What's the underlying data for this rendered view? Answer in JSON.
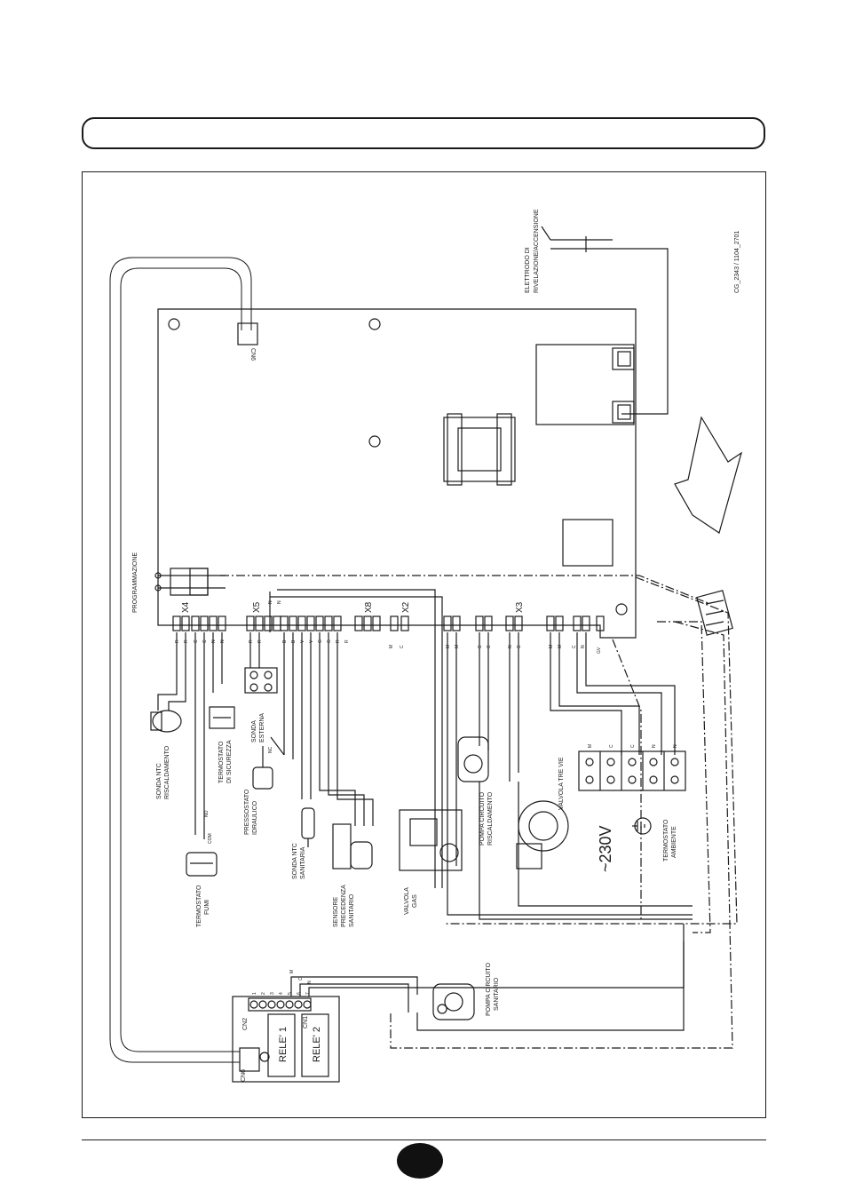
{
  "labels": {
    "programmazione": "PROGRAMMAZIONE",
    "cn6_top": "CN6",
    "cn6_bottom": "CN6",
    "cn2": "CN2",
    "cn1": "CN1",
    "x4": "X4",
    "x5": "X5",
    "x8": "X8",
    "x2": "X2",
    "x3": "X3",
    "elettrodo_1": "ELETTRODO DI",
    "elettrodo_2": "RIVELAZIONE/ACCENSIONE",
    "drawing_code": "CG_2343 / 1104_2701",
    "sonda_ntc_risc_1": "SONDA NTC",
    "sonda_ntc_risc_2": "RISCALDAMENTO",
    "termostato_sic_1": "TERMOSTATO",
    "termostato_sic_2": "DI SICUREZZA",
    "sonda_esterna_1": "SONDA",
    "sonda_esterna_2": "ESTERNA",
    "pressostato_1": "PRESSOSTATO",
    "pressostato_2": "IDRAULICO",
    "termostato_fumi_1": "TERMOSTATO",
    "termostato_fumi_2": "FUMI",
    "sonda_ntc_san_1": "SONDA NTC",
    "sonda_ntc_san_2": "SANITARIA",
    "sensore_1": "SENSORE",
    "sensore_2": "PRECEDENZA",
    "sensore_3": "SANITARIO",
    "valvola_gas_1": "VALVOLA",
    "valvola_gas_2": "GAS",
    "pompa_risc_1": "POMPA CIRCUITO",
    "pompa_risc_2": "RISCALDAMENTO",
    "valvola_tre_vie": "VALVOLA TRE VIE",
    "voltage": "~230V",
    "termostato_amb_1": "TERMOSTATO",
    "termostato_amb_2": "AMBIENTE",
    "pompa_san_1": "POMPA CIRCUITO",
    "pompa_san_2": "SANITARIO",
    "rele1": "RELE' 1",
    "rele2": "RELE' 2",
    "com": "COM",
    "no": "NO",
    "nc": "NC"
  },
  "pin_letters": {
    "x4": [
      "R",
      "R",
      "C",
      "C",
      "N",
      "N"
    ],
    "x5": [
      "R",
      "R",
      "N",
      "N"
    ],
    "san": [
      "B",
      "B",
      "V",
      "V",
      "G",
      "G",
      "R",
      "R"
    ],
    "x2": [
      "M",
      "C"
    ],
    "x3": [
      "M",
      "M",
      "C",
      "C",
      "N",
      "C",
      "M",
      "M",
      "C",
      "N",
      "GV"
    ],
    "relay_terminals": [
      "1",
      "2",
      "3",
      "4",
      "5",
      "6",
      "7"
    ],
    "relay_wires": [
      "M",
      "C",
      "N"
    ],
    "terminal_block": [
      "M",
      "C",
      "C",
      "N",
      "N"
    ]
  },
  "colors": {
    "ink": "#1a1a1a",
    "paper": "#ffffff"
  }
}
